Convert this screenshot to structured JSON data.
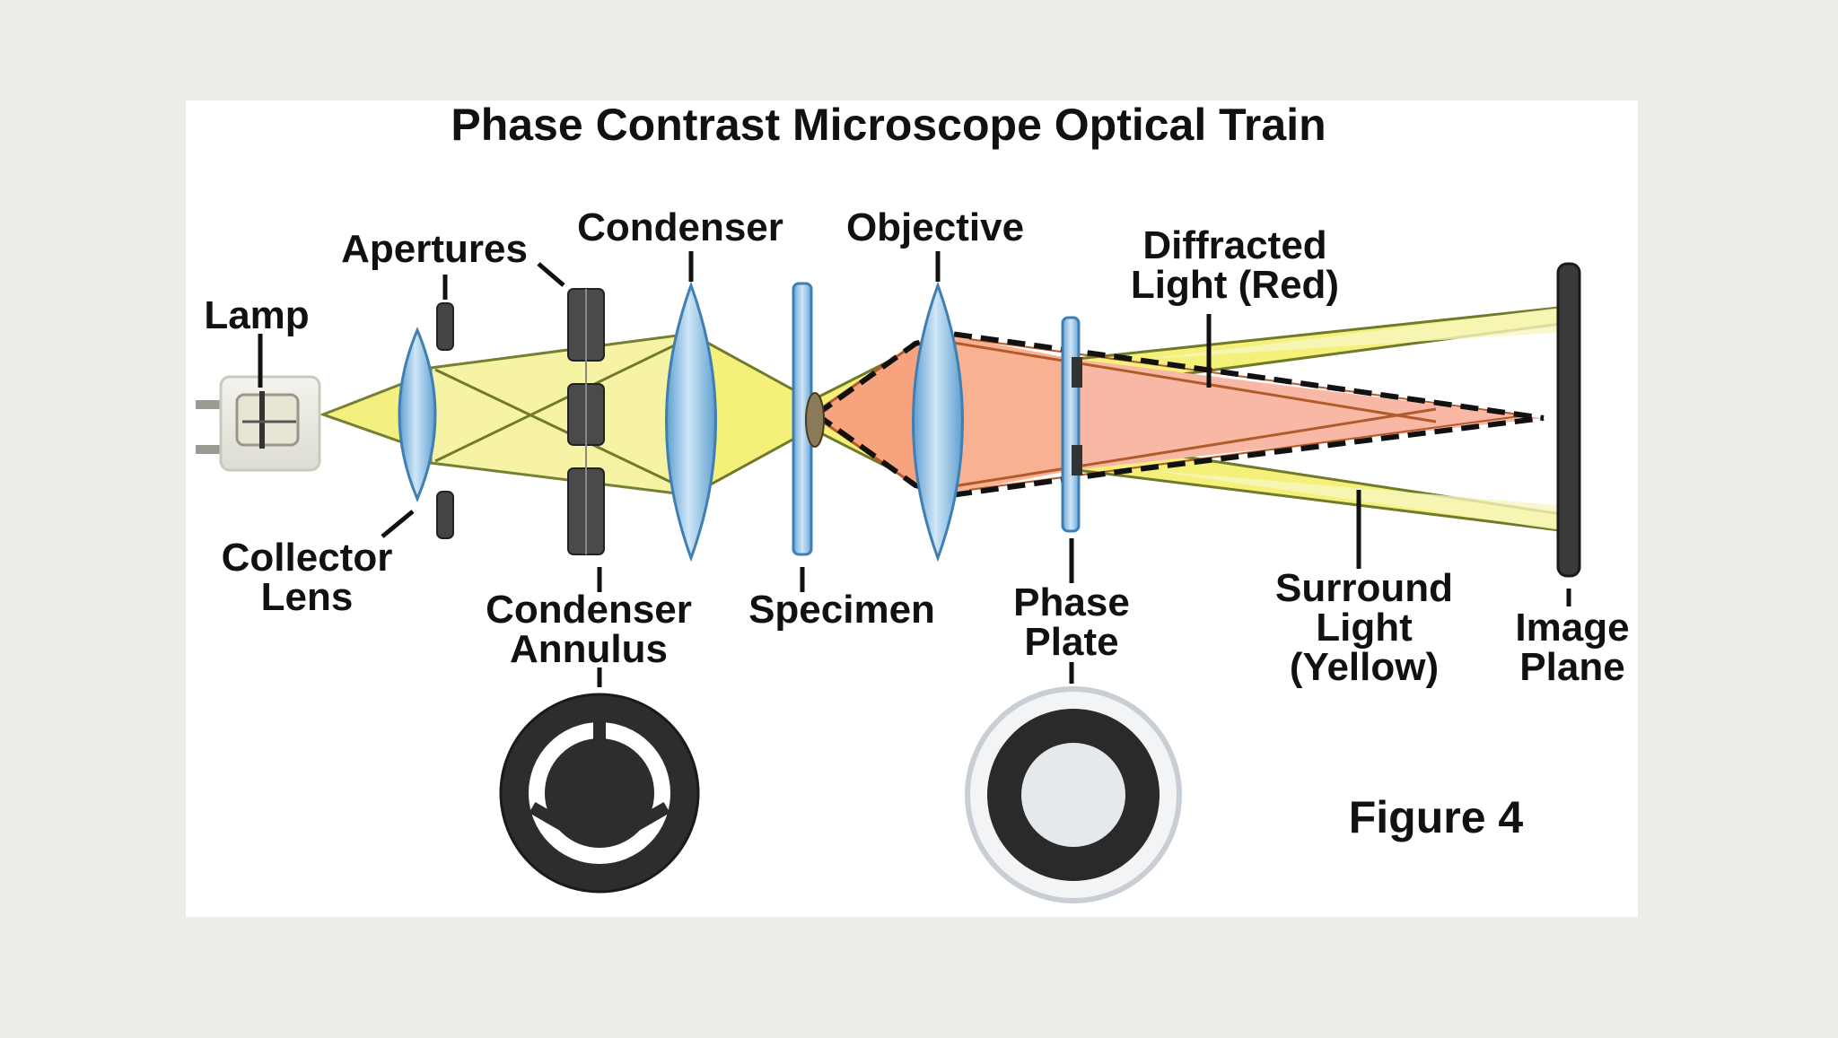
{
  "title": "Phase Contrast Microscope Optical Train",
  "figure_label": "Figure 4",
  "labels": {
    "lamp": "Lamp",
    "apertures": "Apertures",
    "condenser": "Condenser",
    "objective": "Objective",
    "diffracted": [
      "Diffracted",
      "Light (Red)"
    ],
    "collector": [
      "Collector",
      "Lens"
    ],
    "condenser_annulus": [
      "Condenser",
      "Annulus"
    ],
    "specimen": "Specimen",
    "phase_plate": [
      "Phase",
      "Plate"
    ],
    "surround": [
      "Surround",
      "Light",
      "(Yellow)"
    ],
    "image_plane": [
      "Image",
      "Plane"
    ]
  },
  "colors": {
    "background": "#eceee9",
    "panel": "#ffffff",
    "surround_light": "#f4f07a",
    "diffracted_light": "#f7a37e",
    "lens": "#8fc1e6",
    "dark": "#2b2b2b"
  }
}
